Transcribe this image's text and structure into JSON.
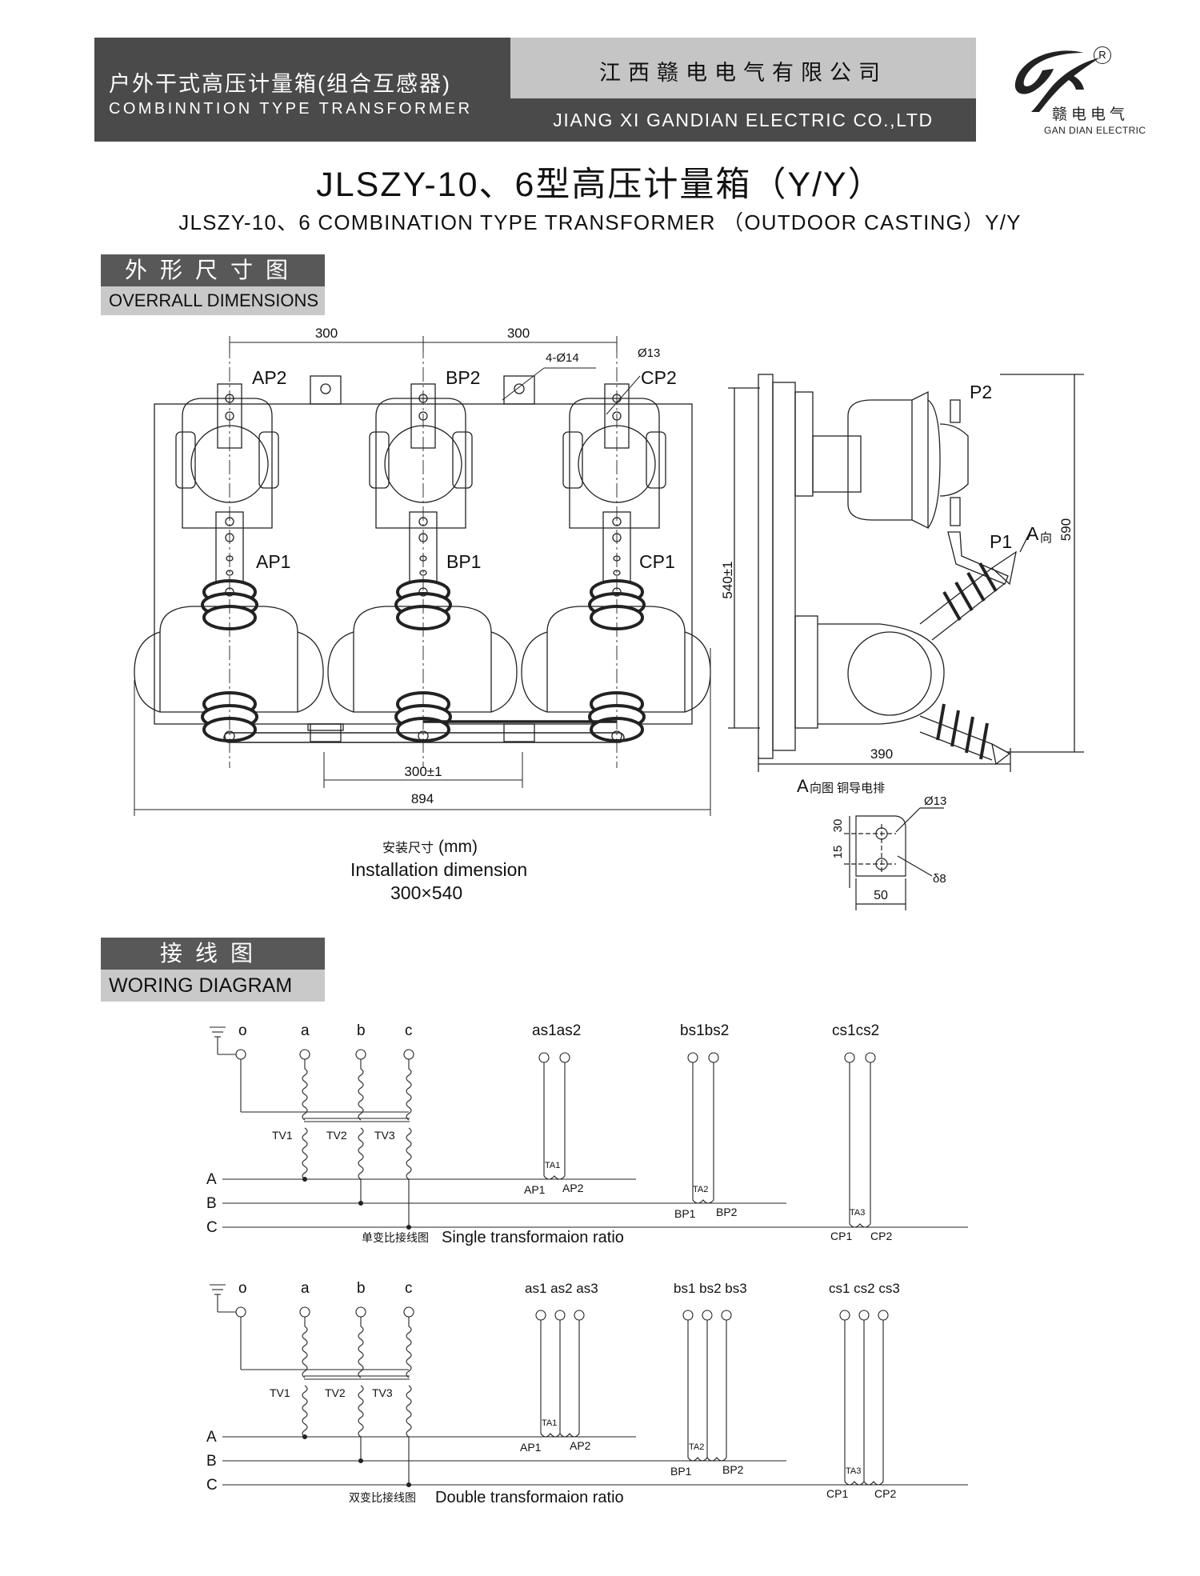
{
  "header": {
    "product_zh": "户外干式高压计量箱(组合互感器)",
    "product_en": "COMBINNTION TYPE TRANSFORMER",
    "company_zh": "江西赣电电气有限公司",
    "company_en": "JIANG XI GANDIAN ELECTRIC CO.,LTD",
    "logo_zh": "赣电电气",
    "logo_en": "GAN DIAN ELECTRIC",
    "registered_mark": "R"
  },
  "title": {
    "zh": "JLSZY-10、6型高压计量箱（Y/Y）",
    "en": "JLSZY-10、6 COMBINATION TYPE TRANSFORMER （OUTDOOR CASTING）Y/Y"
  },
  "dimensions_section": {
    "title_zh": "外形尺寸图",
    "title_en": "OVERRALL DIMENSIONS"
  },
  "front_view": {
    "dim_spacing_left": "300",
    "dim_spacing_right": "300",
    "holes_note": "4-Ø14",
    "hole_note": "Ø13",
    "terminals_top": [
      "AP2",
      "BP2",
      "CP2"
    ],
    "terminals_mid": [
      "AP1",
      "BP1",
      "CP1"
    ],
    "dim_base_spacing": "300±1",
    "dim_overall_width": "894"
  },
  "side_view": {
    "label_p2": "P2",
    "label_p1": "P1",
    "label_a": "A",
    "label_a_dir": "向",
    "dim_height_inner": "540±1",
    "dim_height_total": "590",
    "dim_depth": "390"
  },
  "detail_view": {
    "title_a": "A",
    "title_rest": "向图  铜导电排",
    "hole": "Ø13",
    "dim_15": "15",
    "dim_30": "30",
    "thickness": "δ8",
    "width": "50"
  },
  "install": {
    "label_zh": "安装尺寸",
    "label_unit": "(mm)",
    "label_en": "Installation dimension",
    "value": "300×540"
  },
  "wiring_section": {
    "title_zh": "接线图",
    "title_en": "WORING DIAGRAM"
  },
  "wiring_single": {
    "top_terminals": [
      "o",
      "a",
      "b",
      "c"
    ],
    "ct_a": "as1as2",
    "ct_b": "bs1bs2",
    "ct_c": "cs1cs2",
    "tv": [
      "TV1",
      "TV2",
      "TV3"
    ],
    "phases": [
      "A",
      "B",
      "C"
    ],
    "ta": [
      "TA1",
      "TA2",
      "TA3"
    ],
    "ap": [
      "AP1",
      "AP2"
    ],
    "bp": [
      "BP1",
      "BP2"
    ],
    "cp": [
      "CP1",
      "CP2"
    ],
    "caption_zh": "单变比接线图",
    "caption_en": "Single transformaion ratio"
  },
  "wiring_double": {
    "top_terminals": [
      "o",
      "a",
      "b",
      "c"
    ],
    "ct_a": "as1 as2 as3",
    "ct_b": "bs1 bs2 bs3",
    "ct_c": "cs1 cs2 cs3",
    "tv": [
      "TV1",
      "TV2",
      "TV3"
    ],
    "phases": [
      "A",
      "B",
      "C"
    ],
    "ta": [
      "TA1",
      "TA2",
      "TA3"
    ],
    "ap": [
      "AP1",
      "AP2"
    ],
    "bp": [
      "BP1",
      "BP2"
    ],
    "cp": [
      "CP1",
      "CP2"
    ],
    "caption_zh": "双变比接线图",
    "caption_en": "Double transformaion ratio"
  }
}
